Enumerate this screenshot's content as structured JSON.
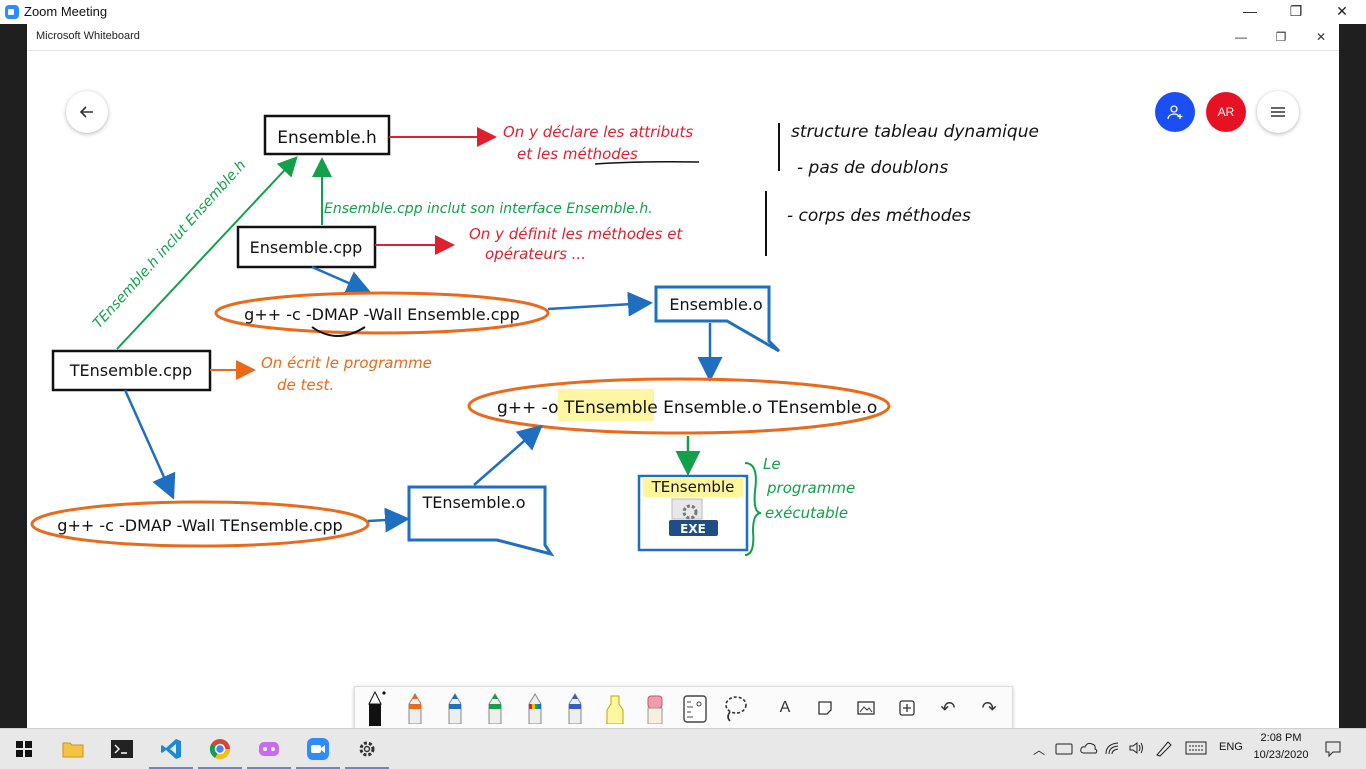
{
  "zoom_window": {
    "title": "Zoom Meeting",
    "controls": [
      "—",
      "❐",
      "✕"
    ]
  },
  "whiteboard_window": {
    "title": "Microsoft Whiteboard",
    "controls": [
      "—",
      "❐",
      "✕"
    ]
  },
  "top_right": {
    "avatar_initials": "AR",
    "avatar_color": "#e81123",
    "invite_color": "#1a4ff5"
  },
  "canvas": {
    "nodes": {
      "ensemble_h": "Ensemble.h",
      "ensemble_cpp": "Ensemble.cpp",
      "compile_ensemble": "g++ -c -DMAP -Wall Ensemble.cpp",
      "ensemble_o": "Ensemble.o",
      "link_command_prefix": "g++ -o ",
      "link_command_highlight": "TEnsemble",
      "link_command_suffix": " Ensemble.o TEnsemble.o",
      "tensemble_cpp": "TEnsemble.cpp",
      "compile_tensemble": "g++ -c -DMAP -Wall TEnsemble.cpp",
      "tensemble_o": "TEnsemble.o",
      "exe_name": "TEnsemble",
      "exe_badge": "EXE"
    },
    "annotations": {
      "h_note_1": "On y déclare les attributs",
      "h_note_2": "et les méthodes",
      "cpp_include_note": "Ensemble.cpp inclut son interface Ensemble.h.",
      "cpp_note_1": "On y définit les méthodes et",
      "cpp_note_2": "opérateurs ...",
      "tcpp_include_note": "TEnsemble.h inclut Ensemble.h",
      "test_note_1": "On écrit le programme",
      "test_note_2": "de test.",
      "exe_note_1": "Le",
      "exe_note_2": "programme",
      "exe_note_3": "exécutable",
      "side_note_1": "structure tableau dynamique",
      "side_note_2": "- pas de doublons",
      "side_note_3": "- corps des méthodes"
    },
    "colors": {
      "red": "#e0202f",
      "green": "#12a04a",
      "orange": "#ea6a1a",
      "blue": "#1e6fc0",
      "highlight": "#fff59a",
      "ink": "#111111"
    }
  },
  "toolbar": {
    "tools": [
      "black-pen",
      "orange-pen",
      "blue-pen",
      "green-pen",
      "rainbow-pen",
      "galaxy-pen",
      "highlighter",
      "eraser",
      "ruler",
      "lasso",
      "text",
      "note",
      "image",
      "insert",
      "undo",
      "redo"
    ],
    "text_tool_glyph": "A",
    "undo_glyph": "↶",
    "redo_glyph": "↷"
  },
  "taskbar": {
    "language": "ENG",
    "time": "2:08 PM",
    "date": "10/23/2020"
  }
}
